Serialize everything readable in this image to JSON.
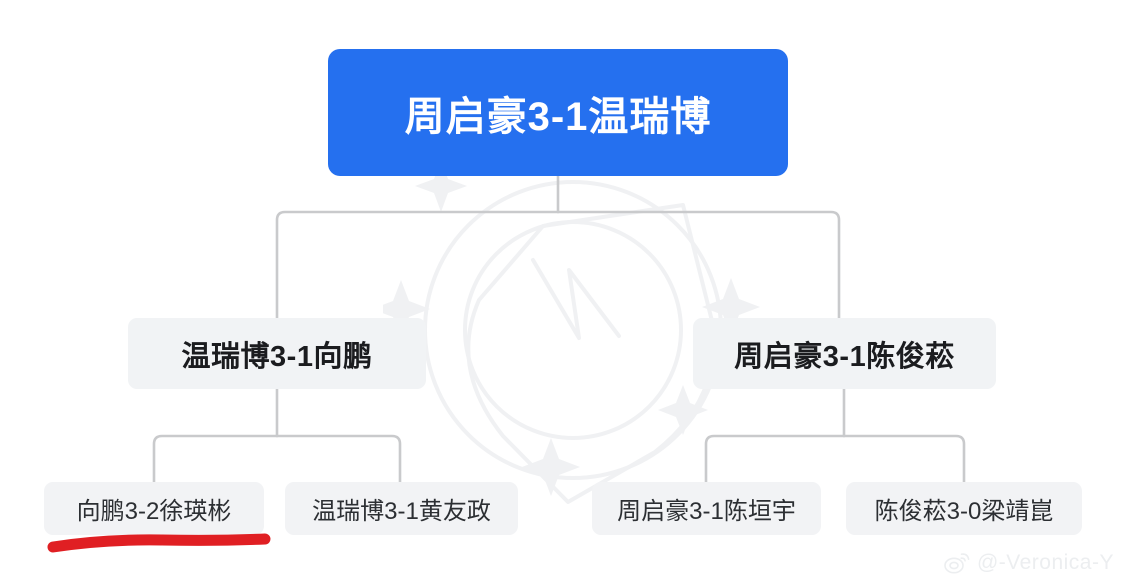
{
  "bracket": {
    "champion": {
      "label": "周启豪3-1温瑞博",
      "color": "#2570ef",
      "text_color": "#ffffff"
    },
    "semifinals": [
      {
        "label": "温瑞博3-1向鹏"
      },
      {
        "label": "周启豪3-1陈俊菘"
      }
    ],
    "quarterfinals": [
      {
        "label": "向鹏3-2徐瑛彬",
        "highlighted": true,
        "highlight_color": "#e01f23"
      },
      {
        "label": "温瑞博3-1黄友政",
        "highlighted": false
      },
      {
        "label": "周启豪3-1陈垣宇",
        "highlighted": false
      },
      {
        "label": "陈俊菘3-0梁靖崑",
        "highlighted": false
      }
    ],
    "connector_color": "#c9cacc",
    "node_background": "#f2f3f5"
  },
  "watermark": {
    "handle": "@-Veronica-Y",
    "logo": "weibo-eye-icon",
    "color": "#eceef0"
  }
}
